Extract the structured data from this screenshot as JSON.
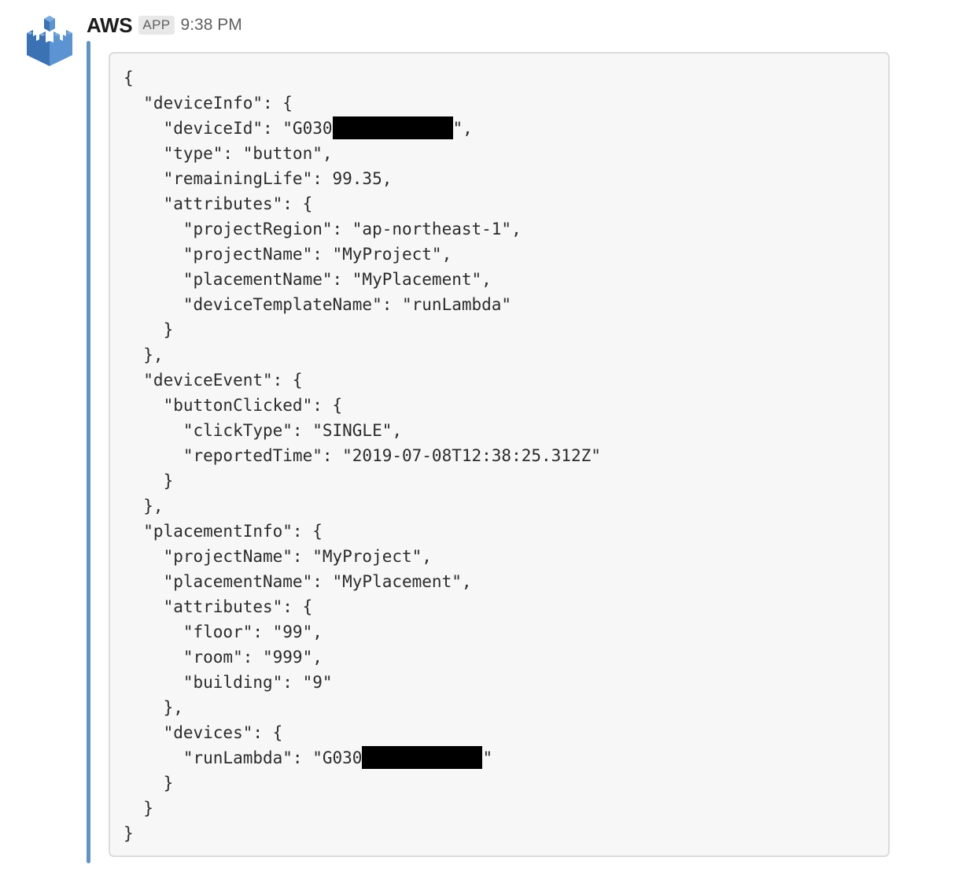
{
  "message": {
    "sender": "AWS",
    "badge": "APP",
    "time": "9:38 PM",
    "avatar_icon": "aws-iot-castle-icon",
    "accent_color": "#5f93cb"
  },
  "code": {
    "lines": [
      {
        "text": "{"
      },
      {
        "text": "  \"deviceInfo\": {"
      },
      {
        "text": "    \"deviceId\": \"G030",
        "redacted": true,
        "after": "\","
      },
      {
        "text": "    \"type\": \"button\","
      },
      {
        "text": "    \"remainingLife\": 99.35,"
      },
      {
        "text": "    \"attributes\": {"
      },
      {
        "text": "      \"projectRegion\": \"ap-northeast-1\","
      },
      {
        "text": "      \"projectName\": \"MyProject\","
      },
      {
        "text": "      \"placementName\": \"MyPlacement\","
      },
      {
        "text": "      \"deviceTemplateName\": \"runLambda\""
      },
      {
        "text": "    }"
      },
      {
        "text": "  },"
      },
      {
        "text": "  \"deviceEvent\": {"
      },
      {
        "text": "    \"buttonClicked\": {"
      },
      {
        "text": "      \"clickType\": \"SINGLE\","
      },
      {
        "text": "      \"reportedTime\": \"2019-07-08T12:38:25.312Z\""
      },
      {
        "text": "    }"
      },
      {
        "text": "  },"
      },
      {
        "text": "  \"placementInfo\": {"
      },
      {
        "text": "    \"projectName\": \"MyProject\","
      },
      {
        "text": "    \"placementName\": \"MyPlacement\","
      },
      {
        "text": "    \"attributes\": {"
      },
      {
        "text": "      \"floor\": \"99\","
      },
      {
        "text": "      \"room\": \"999\","
      },
      {
        "text": "      \"building\": \"9\""
      },
      {
        "text": "    },"
      },
      {
        "text": "    \"devices\": {"
      },
      {
        "text": "      \"runLambda\": \"G030",
        "redacted": true,
        "after": "\""
      },
      {
        "text": "    }"
      },
      {
        "text": "  }"
      },
      {
        "text": "}"
      }
    ]
  }
}
